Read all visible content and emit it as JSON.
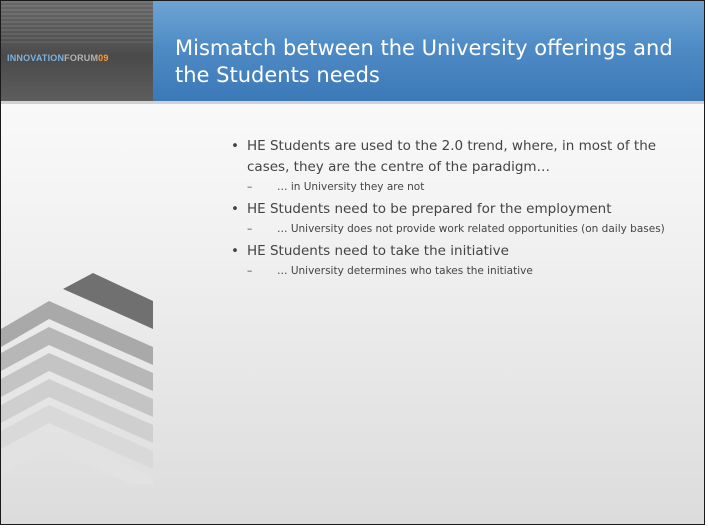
{
  "logo": {
    "part1": "INNOVATION",
    "part2": "FORUM",
    "part3": "09"
  },
  "title": "Mismatch between the University offerings and the Students needs",
  "bullets": [
    {
      "text": "HE Students are used to the 2.0 trend, where, in most of the cases, they are the centre of the paradigm…",
      "sub": [
        "… in University they are not"
      ]
    },
    {
      "text": "HE Students need to be prepared for the employment",
      "sub": [
        "… University does not provide work related opportunities (on daily bases)"
      ]
    },
    {
      "text": "HE Students need to take the initiative",
      "sub": [
        "… University determines who takes the initiative"
      ]
    }
  ],
  "marks": {
    "bullet": "•",
    "dash": "–"
  },
  "colors": {
    "title_band": "#4f8cc6",
    "logo_band": "#555555",
    "logo_accent": "#ff9a2a",
    "body_text": "#444444"
  }
}
